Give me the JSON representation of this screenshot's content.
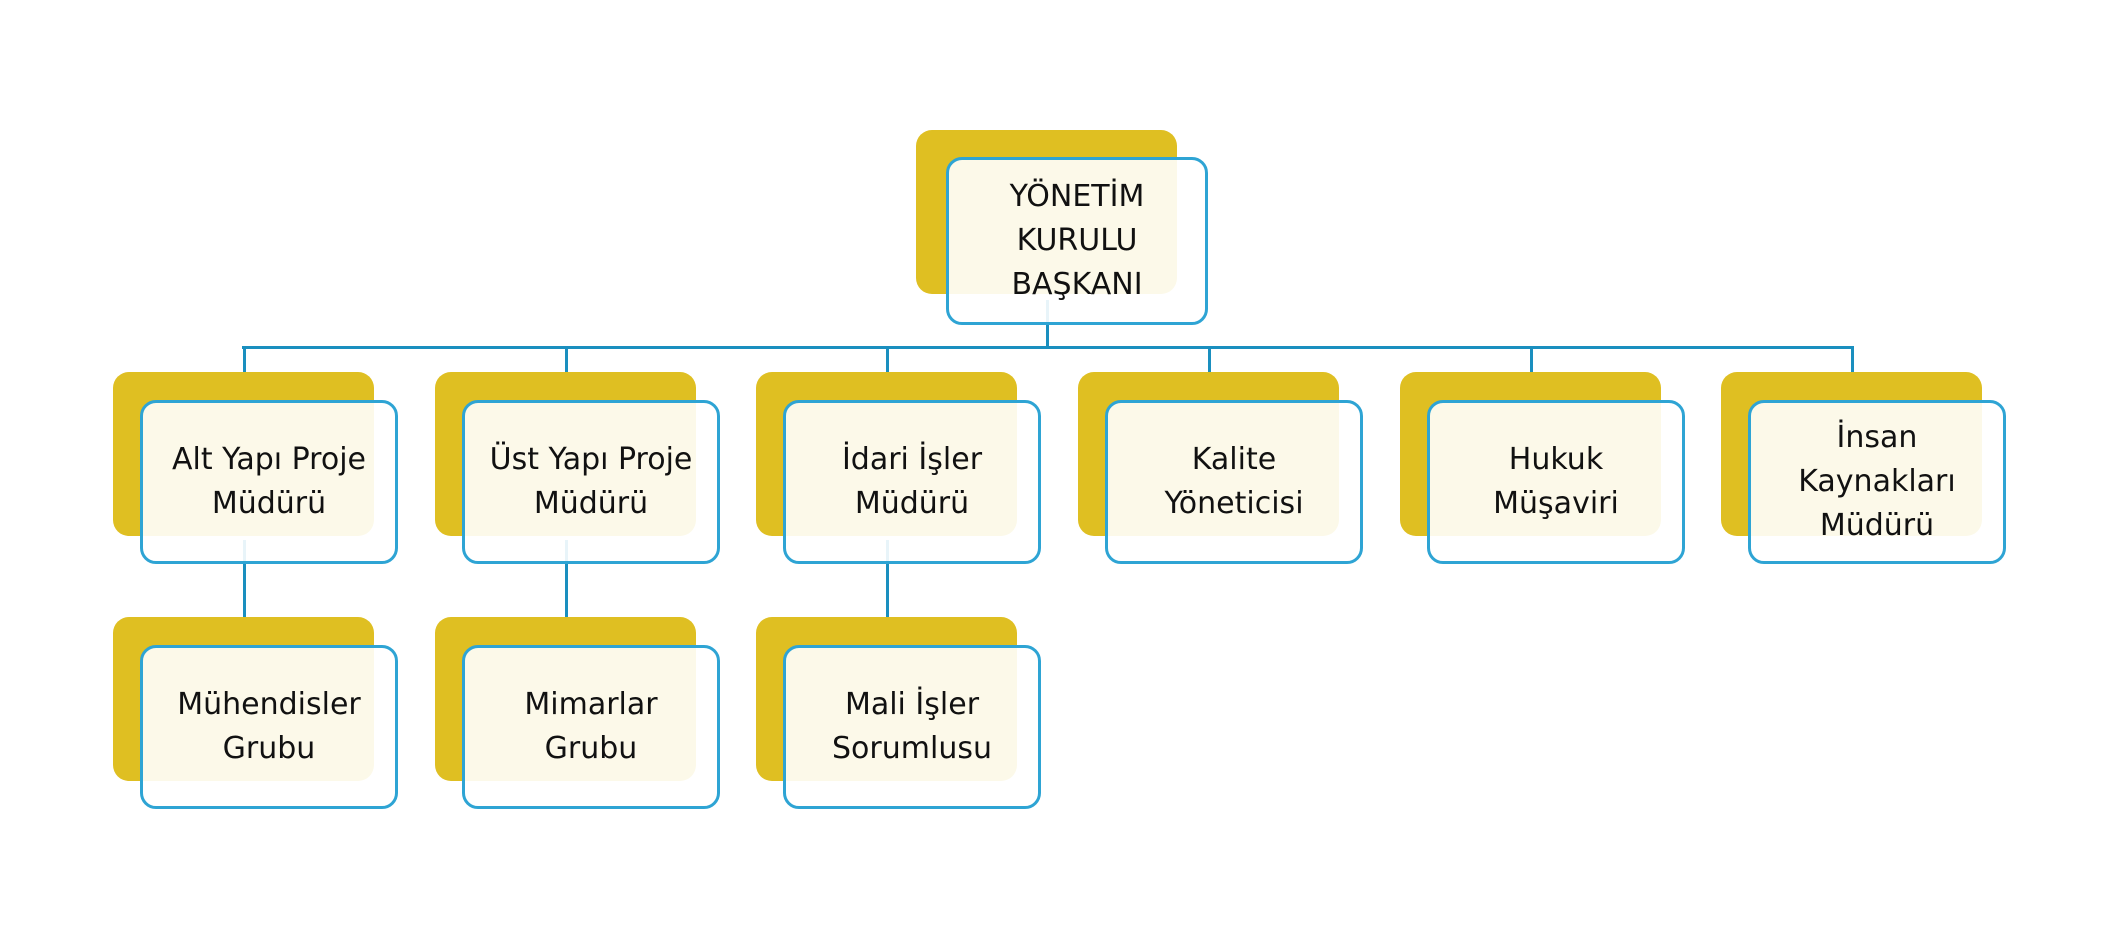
{
  "root": {
    "label": "YÖNETİM KURULU BAŞKANI"
  },
  "level1": [
    {
      "label": "Alt Yapı Proje Müdürü",
      "children": [
        {
          "label": "Mühendisler Grubu"
        }
      ]
    },
    {
      "label": "Üst Yapı Proje Müdürü",
      "children": [
        {
          "label": "Mimarlar Grubu"
        }
      ]
    },
    {
      "label": "İdari İşler Müdürü",
      "children": [
        {
          "label": "Mali İşler Sorumlusu"
        }
      ]
    },
    {
      "label": "Kalite Yöneticisi",
      "children": []
    },
    {
      "label": "Hukuk Müşaviri",
      "children": []
    },
    {
      "label": "İnsan Kaynakları Müdürü",
      "children": []
    }
  ],
  "colors": {
    "gold": "#dfbf22",
    "border": "#2ea4d4",
    "line": "#1a8fbf"
  }
}
